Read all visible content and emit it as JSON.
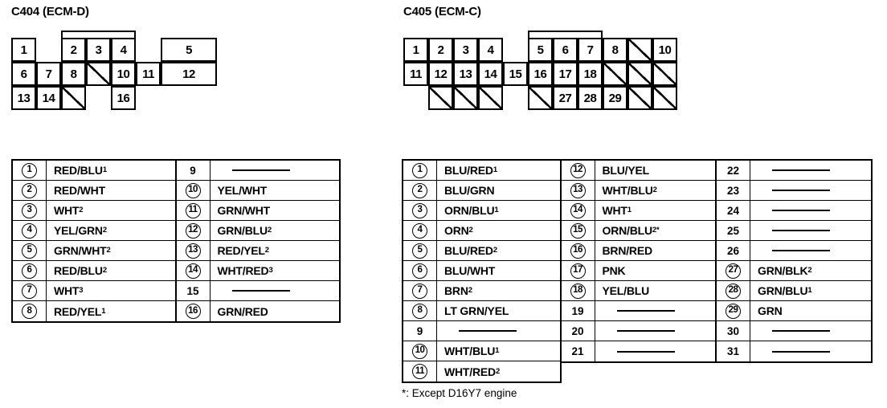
{
  "connectors": [
    {
      "id": "c404",
      "title": "C404 (ECM-D)",
      "grid": {
        "cols": 7,
        "rows": 3
      },
      "cells": [
        {
          "label": "1",
          "col": 1,
          "row": 1,
          "blank": false
        },
        {
          "label": "2",
          "col": 3,
          "row": 1,
          "blank": false
        },
        {
          "label": "3",
          "col": 4,
          "row": 1,
          "blank": false
        },
        {
          "label": "4",
          "col": 5,
          "row": 1,
          "blank": false
        },
        {
          "label": "5",
          "col": 7,
          "row": 1,
          "blank": false,
          "wide": true
        },
        {
          "label": "6",
          "col": 1,
          "row": 2,
          "blank": false
        },
        {
          "label": "7",
          "col": 2,
          "row": 2,
          "blank": false
        },
        {
          "label": "8",
          "col": 3,
          "row": 2,
          "blank": false
        },
        {
          "label": "",
          "col": 4,
          "row": 2,
          "blank": true
        },
        {
          "label": "10",
          "col": 5,
          "row": 2,
          "blank": false
        },
        {
          "label": "11",
          "col": 6,
          "row": 2,
          "blank": false
        },
        {
          "label": "12",
          "col": 7,
          "row": 2,
          "blank": false,
          "wide": true
        },
        {
          "label": "13",
          "col": 1,
          "row": 3,
          "blank": false
        },
        {
          "label": "14",
          "col": 2,
          "row": 3,
          "blank": false
        },
        {
          "label": "",
          "col": 3,
          "row": 3,
          "blank": true
        },
        {
          "label": "16",
          "col": 5,
          "row": 3,
          "blank": false
        }
      ],
      "tab": {
        "col_start": 3,
        "col_span": 3
      }
    },
    {
      "id": "c405",
      "title": "C405 (ECM-C)",
      "grid": {
        "cols": 11,
        "rows": 3
      },
      "cells": [
        {
          "label": "1",
          "col": 1,
          "row": 1,
          "blank": false
        },
        {
          "label": "2",
          "col": 2,
          "row": 1,
          "blank": false
        },
        {
          "label": "3",
          "col": 3,
          "row": 1,
          "blank": false
        },
        {
          "label": "4",
          "col": 4,
          "row": 1,
          "blank": false
        },
        {
          "label": "5",
          "col": 6,
          "row": 1,
          "blank": false
        },
        {
          "label": "6",
          "col": 7,
          "row": 1,
          "blank": false
        },
        {
          "label": "7",
          "col": 8,
          "row": 1,
          "blank": false
        },
        {
          "label": "8",
          "col": 9,
          "row": 1,
          "blank": false
        },
        {
          "label": "",
          "col": 10,
          "row": 1,
          "blank": true
        },
        {
          "label": "10",
          "col": 11,
          "row": 1,
          "blank": false
        },
        {
          "label": "11",
          "col": 1,
          "row": 2,
          "blank": false
        },
        {
          "label": "12",
          "col": 2,
          "row": 2,
          "blank": false
        },
        {
          "label": "13",
          "col": 3,
          "row": 2,
          "blank": false
        },
        {
          "label": "14",
          "col": 4,
          "row": 2,
          "blank": false
        },
        {
          "label": "15",
          "col": 5,
          "row": 2,
          "blank": false
        },
        {
          "label": "16",
          "col": 6,
          "row": 2,
          "blank": false
        },
        {
          "label": "17",
          "col": 7,
          "row": 2,
          "blank": false
        },
        {
          "label": "18",
          "col": 8,
          "row": 2,
          "blank": false
        },
        {
          "label": "",
          "col": 9,
          "row": 2,
          "blank": true
        },
        {
          "label": "",
          "col": 10,
          "row": 2,
          "blank": true
        },
        {
          "label": "",
          "col": 11,
          "row": 2,
          "blank": true
        },
        {
          "label": "",
          "col": 2,
          "row": 3,
          "blank": true
        },
        {
          "label": "",
          "col": 3,
          "row": 3,
          "blank": true
        },
        {
          "label": "",
          "col": 4,
          "row": 3,
          "blank": true
        },
        {
          "label": "",
          "col": 6,
          "row": 3,
          "blank": true
        },
        {
          "label": "27",
          "col": 7,
          "row": 3,
          "blank": false
        },
        {
          "label": "28",
          "col": 8,
          "row": 3,
          "blank": false
        },
        {
          "label": "29",
          "col": 9,
          "row": 3,
          "blank": false
        },
        {
          "label": "",
          "col": 10,
          "row": 3,
          "blank": true
        },
        {
          "label": "",
          "col": 11,
          "row": 3,
          "blank": true
        }
      ],
      "tab": {
        "col_start": 6,
        "col_span": 3
      }
    }
  ],
  "tables": [
    {
      "id": "table-c404",
      "groups": [
        {
          "width_class": "w-a",
          "rows": [
            {
              "pin": "1",
              "circled": true,
              "wire": "RED/BLU",
              "sup": "1"
            },
            {
              "pin": "2",
              "circled": true,
              "wire": "RED/WHT",
              "sup": ""
            },
            {
              "pin": "3",
              "circled": true,
              "wire": "WHT",
              "sup": "2"
            },
            {
              "pin": "4",
              "circled": true,
              "wire": "YEL/GRN",
              "sup": "2"
            },
            {
              "pin": "5",
              "circled": true,
              "wire": "GRN/WHT",
              "sup": "2"
            },
            {
              "pin": "6",
              "circled": true,
              "wire": "RED/BLU",
              "sup": "2"
            },
            {
              "pin": "7",
              "circled": true,
              "wire": "WHT",
              "sup": "3"
            },
            {
              "pin": "8",
              "circled": true,
              "wire": "RED/YEL",
              "sup": "1"
            }
          ]
        },
        {
          "width_class": "w-a",
          "rows": [
            {
              "pin": "9",
              "circled": false,
              "wire": "",
              "sup": ""
            },
            {
              "pin": "10",
              "circled": true,
              "wire": "YEL/WHT",
              "sup": ""
            },
            {
              "pin": "11",
              "circled": true,
              "wire": "GRN/WHT",
              "sup": ""
            },
            {
              "pin": "12",
              "circled": true,
              "wire": "GRN/BLU",
              "sup": "2"
            },
            {
              "pin": "13",
              "circled": true,
              "wire": "RED/YEL",
              "sup": "2"
            },
            {
              "pin": "14",
              "circled": true,
              "wire": "WHT/RED",
              "sup": "3"
            },
            {
              "pin": "15",
              "circled": false,
              "wire": "",
              "sup": ""
            },
            {
              "pin": "16",
              "circled": true,
              "wire": "GRN/RED",
              "sup": ""
            }
          ]
        }
      ]
    },
    {
      "id": "table-c405",
      "groups": [
        {
          "width_class": "w-b",
          "rows": [
            {
              "pin": "1",
              "circled": true,
              "wire": "BLU/RED",
              "sup": "1"
            },
            {
              "pin": "2",
              "circled": true,
              "wire": "BLU/GRN",
              "sup": ""
            },
            {
              "pin": "3",
              "circled": true,
              "wire": "ORN/BLU",
              "sup": "1"
            },
            {
              "pin": "4",
              "circled": true,
              "wire": "ORN",
              "sup": "2"
            },
            {
              "pin": "5",
              "circled": true,
              "wire": "BLU/RED",
              "sup": "2"
            },
            {
              "pin": "6",
              "circled": true,
              "wire": "BLU/WHT",
              "sup": ""
            },
            {
              "pin": "7",
              "circled": true,
              "wire": "BRN",
              "sup": "2"
            },
            {
              "pin": "8",
              "circled": true,
              "wire": "LT GRN/YEL",
              "sup": ""
            },
            {
              "pin": "9",
              "circled": false,
              "wire": "",
              "sup": ""
            },
            {
              "pin": "10",
              "circled": true,
              "wire": "WHT/BLU",
              "sup": "1"
            },
            {
              "pin": "11",
              "circled": true,
              "wire": "WHT/RED",
              "sup": "2"
            }
          ]
        },
        {
          "width_class": "w-c",
          "rows": [
            {
              "pin": "12",
              "circled": true,
              "wire": "BLU/YEL",
              "sup": ""
            },
            {
              "pin": "13",
              "circled": true,
              "wire": "WHT/BLU",
              "sup": "2"
            },
            {
              "pin": "14",
              "circled": true,
              "wire": "WHT",
              "sup": "1"
            },
            {
              "pin": "15",
              "circled": true,
              "wire": "ORN/BLU",
              "sup": "2*"
            },
            {
              "pin": "16",
              "circled": true,
              "wire": "BRN/RED",
              "sup": ""
            },
            {
              "pin": "17",
              "circled": true,
              "wire": "PNK",
              "sup": ""
            },
            {
              "pin": "18",
              "circled": true,
              "wire": "YEL/BLU",
              "sup": ""
            },
            {
              "pin": "19",
              "circled": false,
              "wire": "",
              "sup": ""
            },
            {
              "pin": "20",
              "circled": false,
              "wire": "",
              "sup": ""
            },
            {
              "pin": "21",
              "circled": false,
              "wire": "",
              "sup": ""
            }
          ]
        },
        {
          "width_class": "w-c",
          "rows": [
            {
              "pin": "22",
              "circled": false,
              "wire": "",
              "sup": ""
            },
            {
              "pin": "23",
              "circled": false,
              "wire": "",
              "sup": ""
            },
            {
              "pin": "24",
              "circled": false,
              "wire": "",
              "sup": ""
            },
            {
              "pin": "25",
              "circled": false,
              "wire": "",
              "sup": ""
            },
            {
              "pin": "26",
              "circled": false,
              "wire": "",
              "sup": ""
            },
            {
              "pin": "27",
              "circled": true,
              "wire": "GRN/BLK",
              "sup": "2"
            },
            {
              "pin": "28",
              "circled": true,
              "wire": "GRN/BLU",
              "sup": "1"
            },
            {
              "pin": "29",
              "circled": true,
              "wire": "GRN",
              "sup": ""
            },
            {
              "pin": "30",
              "circled": false,
              "wire": "",
              "sup": ""
            },
            {
              "pin": "31",
              "circled": false,
              "wire": "",
              "sup": ""
            }
          ]
        }
      ]
    }
  ],
  "footnote": "*: Except D16Y7 engine"
}
